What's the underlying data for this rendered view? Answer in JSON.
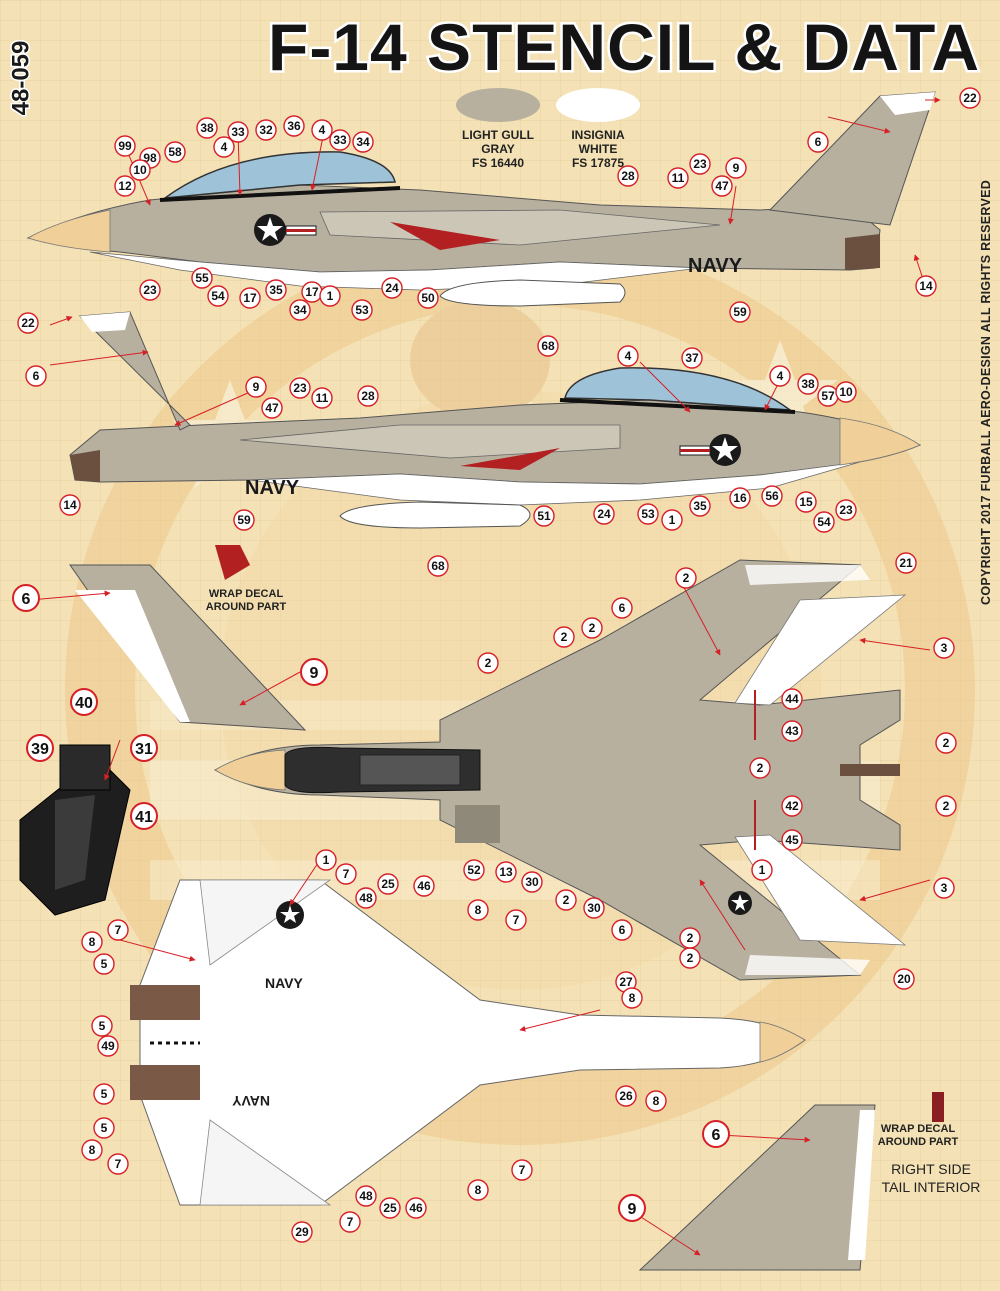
{
  "sheet": {
    "title": "F-14 STENCIL & DATA",
    "product_code": "48-059",
    "copyright": "COPYRIGHT 2017 FURBALL AERO-DESIGN  ALL RIGHTS RESERVED"
  },
  "colors": {
    "background": "#f4e2b6",
    "light_gull_gray": "#b7b09f",
    "insignia_white": "#ffffff",
    "callout_red": "#d61f26",
    "radome_tan": "#f1cf98"
  },
  "swatches": [
    {
      "name_line1": "LIGHT GULL",
      "name_line2": "GRAY",
      "fs_code": "FS 16440"
    },
    {
      "name_line1": "INSIGNIA",
      "name_line2": "WHITE",
      "fs_code": "FS 17875"
    }
  ],
  "notes": {
    "wrap_decal_line1": "WRAP DECAL",
    "wrap_decal_line2": "AROUND PART",
    "tail_interior_line1": "RIGHT SIDE",
    "tail_interior_line2": "TAIL INTERIOR"
  },
  "markings": {
    "navy": "NAVY"
  },
  "callouts": {
    "left_profile": [
      "99",
      "98",
      "58",
      "38",
      "33",
      "4",
      "32",
      "36",
      "4",
      "33",
      "34",
      "10",
      "12",
      "23",
      "55",
      "54",
      "17",
      "35",
      "34",
      "17",
      "1",
      "53",
      "24",
      "50",
      "28",
      "11",
      "23",
      "47",
      "9",
      "6",
      "22",
      "14",
      "59",
      "68"
    ],
    "right_profile": [
      "22",
      "6",
      "9",
      "23",
      "11",
      "28",
      "47",
      "14",
      "59",
      "68",
      "4",
      "37",
      "4",
      "38",
      "57",
      "10",
      "51",
      "24",
      "53",
      "1",
      "35",
      "16",
      "56",
      "15",
      "54",
      "23"
    ],
    "upper_view": [
      "2",
      "2",
      "2",
      "2",
      "6",
      "2",
      "21",
      "3",
      "44",
      "43",
      "2",
      "42",
      "45",
      "2",
      "2",
      "52",
      "13",
      "30",
      "2",
      "30",
      "6",
      "1",
      "2",
      "3",
      "20"
    ],
    "lower_view": [
      "1",
      "7",
      "48",
      "25",
      "46",
      "8",
      "7",
      "7",
      "8",
      "5",
      "5",
      "49",
      "5",
      "5",
      "8",
      "7",
      "27",
      "8",
      "26",
      "8",
      "8",
      "7",
      "7",
      "29",
      "48",
      "25",
      "46"
    ],
    "tail_views": [
      "6",
      "9",
      "6",
      "9"
    ],
    "ejection_seat": [
      "40",
      "39",
      "31",
      "41"
    ]
  }
}
